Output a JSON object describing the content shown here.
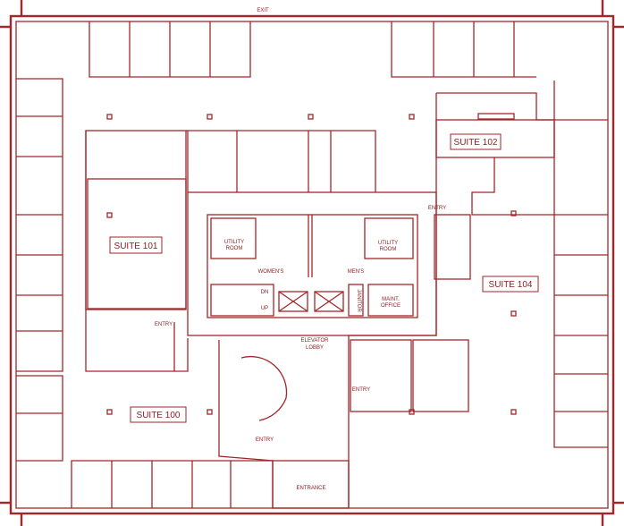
{
  "plan": {
    "line_color": "#a3262a",
    "labels": {
      "exit": "EXIT",
      "suite_100": "SUITE 100",
      "suite_101": "SUITE 101",
      "suite_102": "SUITE 102",
      "suite_104": "SUITE 104",
      "utility_room_left": [
        "UTILITY",
        "ROOM"
      ],
      "utility_room_right": [
        "UTILITY",
        "ROOM"
      ],
      "womens": "WOMEN'S",
      "mens": "MEN'S",
      "janitor": "JANITOR",
      "maint_office": [
        "MAINT.",
        "OFFICE"
      ],
      "elevator_lobby": [
        "ELEVATOR",
        "LOBBY"
      ],
      "entrance": "ENTRANCE",
      "entry_suite_101": "ENTRY",
      "entry_suite_104": "ENTRY",
      "entry_east": "ENTRY",
      "entry_suite_100": "ENTRY",
      "stair_dn": "DN",
      "stair_up": "UP"
    }
  }
}
